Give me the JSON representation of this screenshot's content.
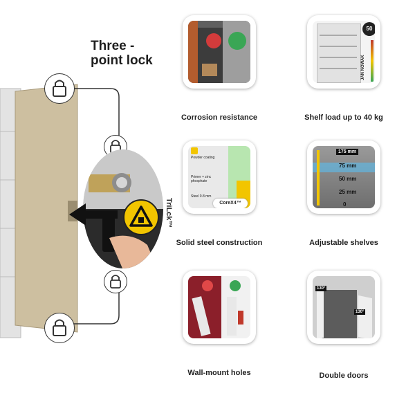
{
  "lock": {
    "title_line1": "Three -",
    "title_line2": "point lock",
    "brand": "TriLck™"
  },
  "features": [
    {
      "caption": "Corrosion resistance"
    },
    {
      "caption": "Shelf load up to 40 kg"
    },
    {
      "caption": "Solid steel construction"
    },
    {
      "caption": "Adjustable shelves"
    },
    {
      "caption": "Wall-mount holes"
    },
    {
      "caption": "Double doors"
    }
  ],
  "shelf_load": {
    "badge": "50",
    "brand": "JAN NOWAK"
  },
  "steel": {
    "powder": "Powder coating",
    "primer": "Primer + zinc phosphate",
    "steel": "Steel 0.8 mm",
    "badge": "CoreX4™"
  },
  "shelves": {
    "marks": [
      "175 mm",
      "75 mm",
      "50 mm",
      "25 mm",
      "0"
    ]
  },
  "doors": {
    "angle_left": "130°",
    "angle_right": "130°"
  },
  "colors": {
    "accent": "#f2c500",
    "door": "#cdbfa0",
    "danger": "#c0392b",
    "ok": "#3aa655"
  }
}
